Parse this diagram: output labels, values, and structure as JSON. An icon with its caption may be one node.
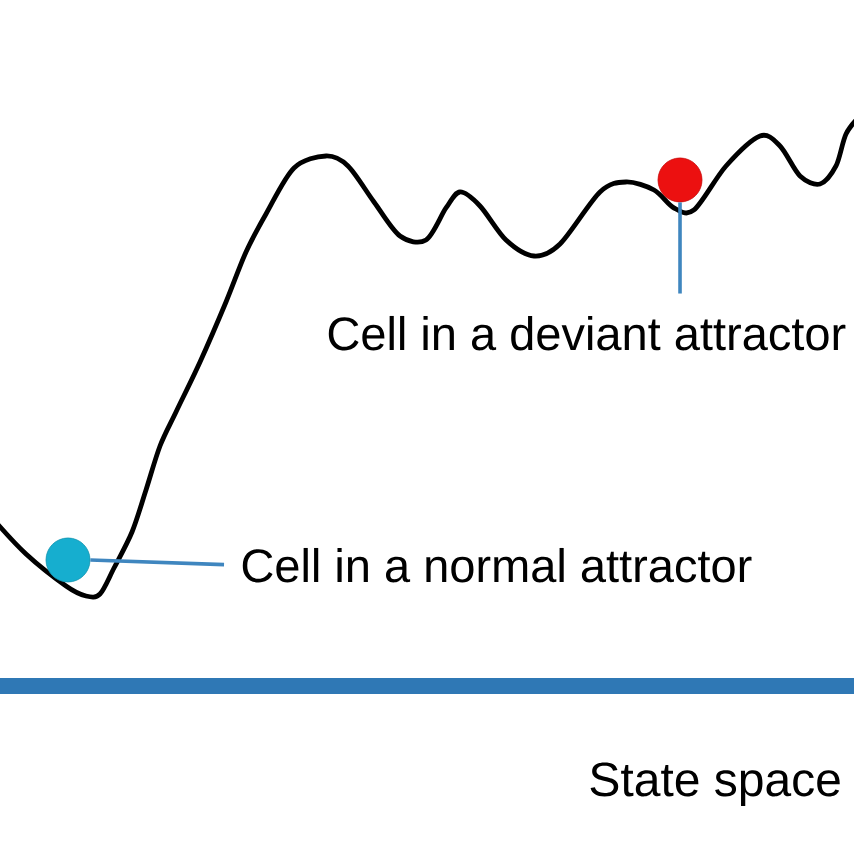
{
  "diagram": {
    "nodes": [
      {
        "text": [
          "Cell in a deviant attractor"
        ]
      },
      {
        "text": [],
        "shape": "circle"
      },
      {
        "text": [
          "Cell in a normal attractor"
        ]
      },
      {
        "text": [],
        "shape": "circle"
      }
    ],
    "edges": [
      {
        "from": 0,
        "to": 1,
        "arrow": "none"
      },
      {
        "from": 2,
        "to": 3,
        "arrow": "none"
      }
    ],
    "labels": [
      "State space"
    ]
  }
}
